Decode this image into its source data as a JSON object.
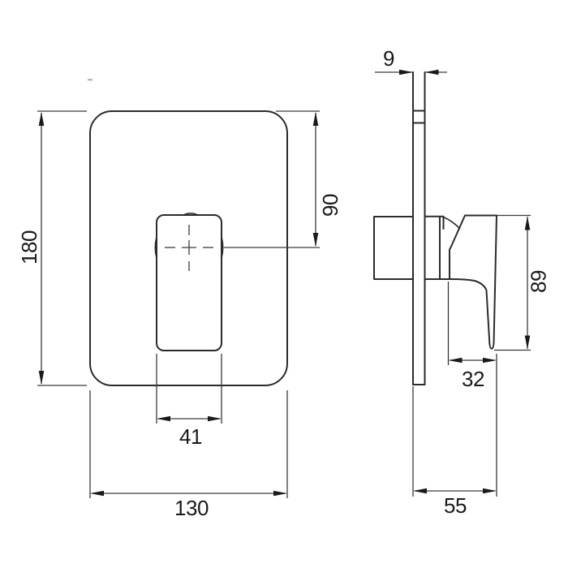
{
  "drawing": {
    "type": "technical-dimension-drawing",
    "views": {
      "front": "front view of wall plate with lever cutout",
      "side": "side profile with valve body and lever handle"
    }
  },
  "dims": {
    "front": {
      "plate_height": "180",
      "plate_width": "130",
      "cutout_width": "41",
      "center_from_top": "90"
    },
    "side": {
      "plate_thickness": "9",
      "handle_height": "89",
      "handle_depth": "32",
      "total_depth": "55"
    }
  },
  "colors": {
    "background": "#ffffff",
    "line": "#2b2b2b",
    "dimension": "#3a3a3a",
    "text": "#1a1a1a"
  }
}
